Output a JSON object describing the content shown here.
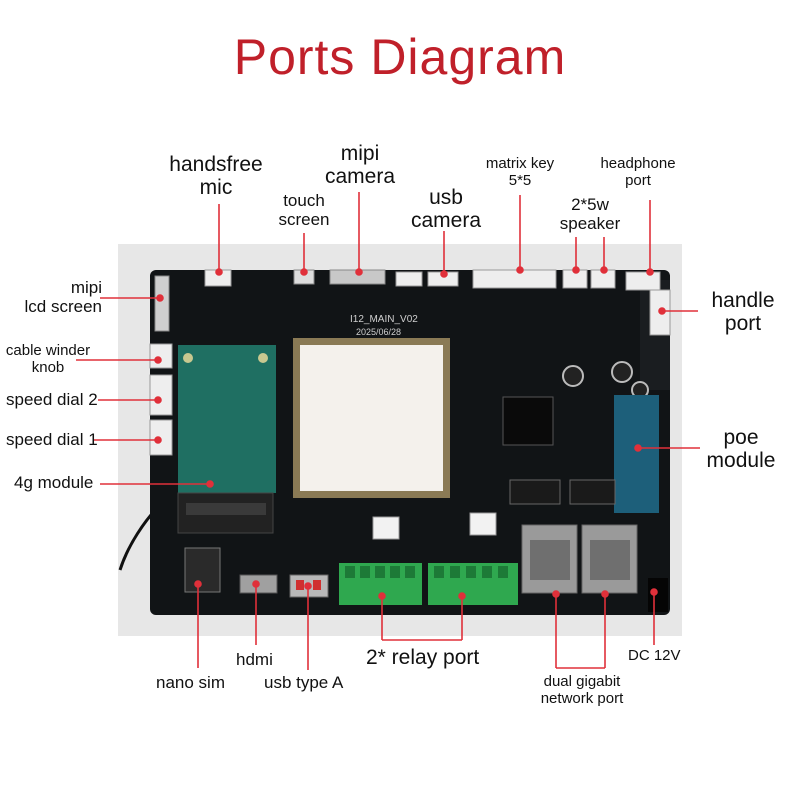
{
  "title": "Ports Diagram",
  "board": {
    "silkscreen_model": "I12_MAIN_V02",
    "silkscreen_date": "2025/06/28"
  },
  "labels": {
    "handsfree_mic": [
      "handsfree",
      "mic"
    ],
    "touch_screen": [
      "touch",
      "screen"
    ],
    "mipi_camera": [
      "mipi",
      "camera"
    ],
    "usb_camera": [
      "usb",
      "camera"
    ],
    "matrix_key": [
      "matrix key",
      "5*5"
    ],
    "speaker": [
      "2*5w",
      "speaker"
    ],
    "headphone_port": [
      "headphone",
      "port"
    ],
    "handle_port": [
      "handle",
      "port"
    ],
    "mipi_lcd_screen": [
      "mipi",
      "lcd screen"
    ],
    "cable_winder_knob": [
      "cable winder",
      "knob"
    ],
    "speed_dial_2": "speed dial 2",
    "speed_dial_1": "speed dial 1",
    "module_4g": "4g module",
    "poe_module": [
      "poe",
      "module"
    ],
    "nano_sim": "nano sim",
    "hdmi": "hdmi",
    "usb_type_a": "usb type A",
    "relay_port": "2* relay port",
    "dual_gigabit_network_port": [
      "dual gigabit",
      "network port"
    ],
    "dc_12v": "DC 12V"
  },
  "colors": {
    "title": "#c0202a",
    "leader": "#e0303a",
    "pcb": "#111416",
    "relay_terminal": "#2fa84f"
  }
}
